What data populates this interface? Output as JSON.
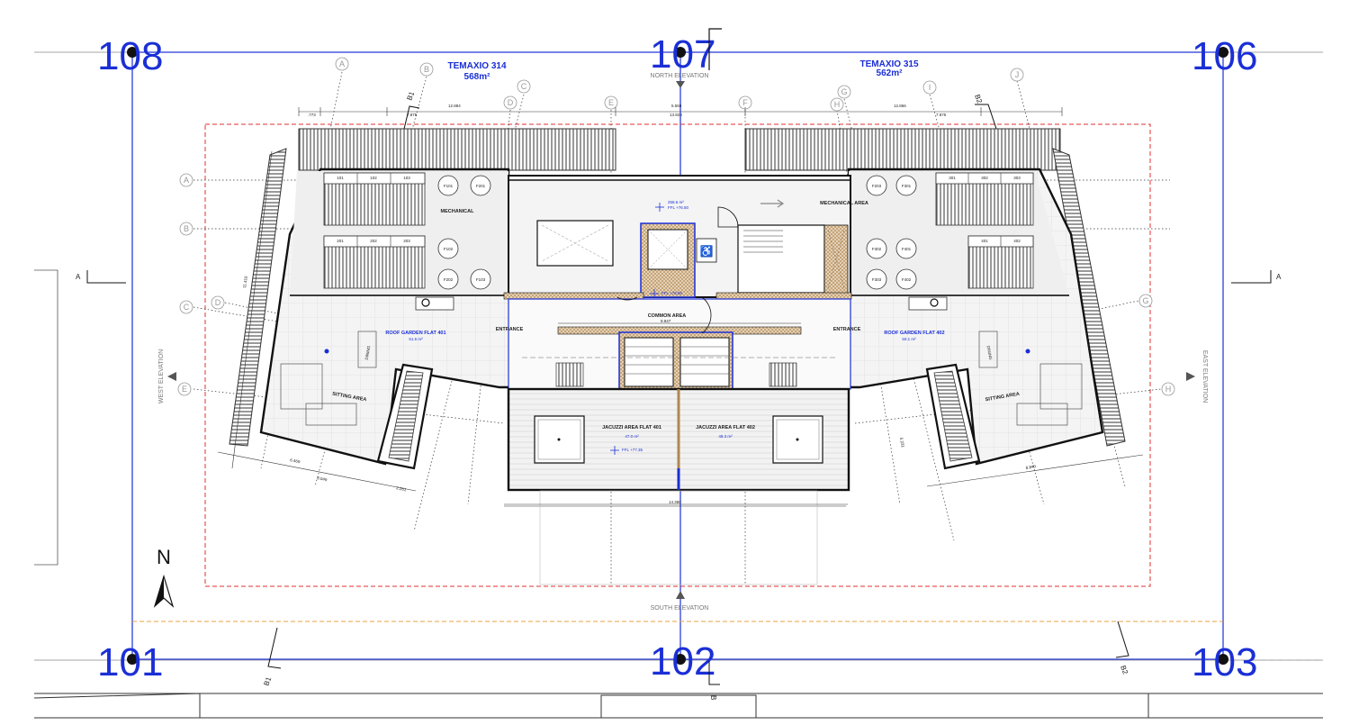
{
  "corners": {
    "tl": "108",
    "tm": "107",
    "tr": "106",
    "bl": "101",
    "bm": "102",
    "br": "103"
  },
  "plots": {
    "left_name": "TEMAXIO 314",
    "left_area": "568m²",
    "right_name": "TEMAXIO 315",
    "right_area": "562m²"
  },
  "elevations": {
    "north": "NORTH ELEVATION",
    "south": "SOUTH ELEVATION",
    "west": "WEST ELEVATION",
    "east": "EAST ELEVATION"
  },
  "sections": {
    "a_left": "A",
    "a_right": "A",
    "b1_top": "B1",
    "b2_top": "B2",
    "b1_bottom": "B1",
    "b2_bottom": "B2",
    "b_bottom": "B"
  },
  "grid_top": [
    "A",
    "B",
    "C",
    "D",
    "E",
    "F",
    "G",
    "H",
    "I",
    "J"
  ],
  "grid_left": [
    "A",
    "B",
    "C",
    "D",
    "E"
  ],
  "grid_right": [
    "G",
    "H"
  ],
  "dimensions": {
    "d773": ".773",
    "d7875a": "7.875",
    "d12884": "12.884",
    "d5559": "5.559",
    "d13823": "13.823",
    "d12866": "12.866",
    "d7875b": "7.875",
    "d11416": "11.416",
    "d6469": "6.469",
    "d8049": "8.049",
    "d2261": "2.261",
    "d9947": "9.947",
    "d14350": "14.350",
    "d8840": "8.840",
    "d5231": "5.231"
  },
  "rooms": {
    "mech_left": "MECHANICAL",
    "mech_right": "MECHANICAL AREA",
    "common": "COMMON AREA",
    "entrance_left": "ENTRANCE",
    "entrance_right": "ENTRANCE",
    "roof401": "ROOF GARDEN FLAT 401",
    "roof401_area": "51.6 m²",
    "roof402": "ROOF GARDEN FLAT 402",
    "roof402_area": "50.1 m²",
    "dining_left": "DINING",
    "dining_right": "DINING",
    "sitting_left": "SITTING AREA",
    "sitting_right": "SITTING AREA",
    "jac401": "JACUZZI AREA FLAT 401",
    "jac401_area": "47.0 m²",
    "jac402": "JACUZZI AREA FLAT 402",
    "jac402_area": "48.3 m²"
  },
  "levels": {
    "top_area": "258.6 m²",
    "top_ffl": "FFL +76.50",
    "mid_ffl": "FFL +76.50",
    "jac_ffl": "FFL +77.35"
  },
  "units_left_top": [
    "101",
    "102",
    "103"
  ],
  "units_left_bot": [
    "201",
    "202",
    "203"
  ],
  "units_right_top": [
    "301",
    "302",
    "303"
  ],
  "units_right_bot": [
    "401",
    "402"
  ],
  "tanks_left": [
    "F101",
    "F201",
    "F102",
    "F202",
    "F103"
  ],
  "tanks_right": [
    "F203",
    "F301",
    "F302",
    "F401",
    "F303",
    "F402"
  ],
  "north_label": "N",
  "colors": {
    "blue": "#1a2fd6",
    "red_dash": "#e03030",
    "orange_dash": "#e8a040",
    "hatch": "#c8a070"
  }
}
